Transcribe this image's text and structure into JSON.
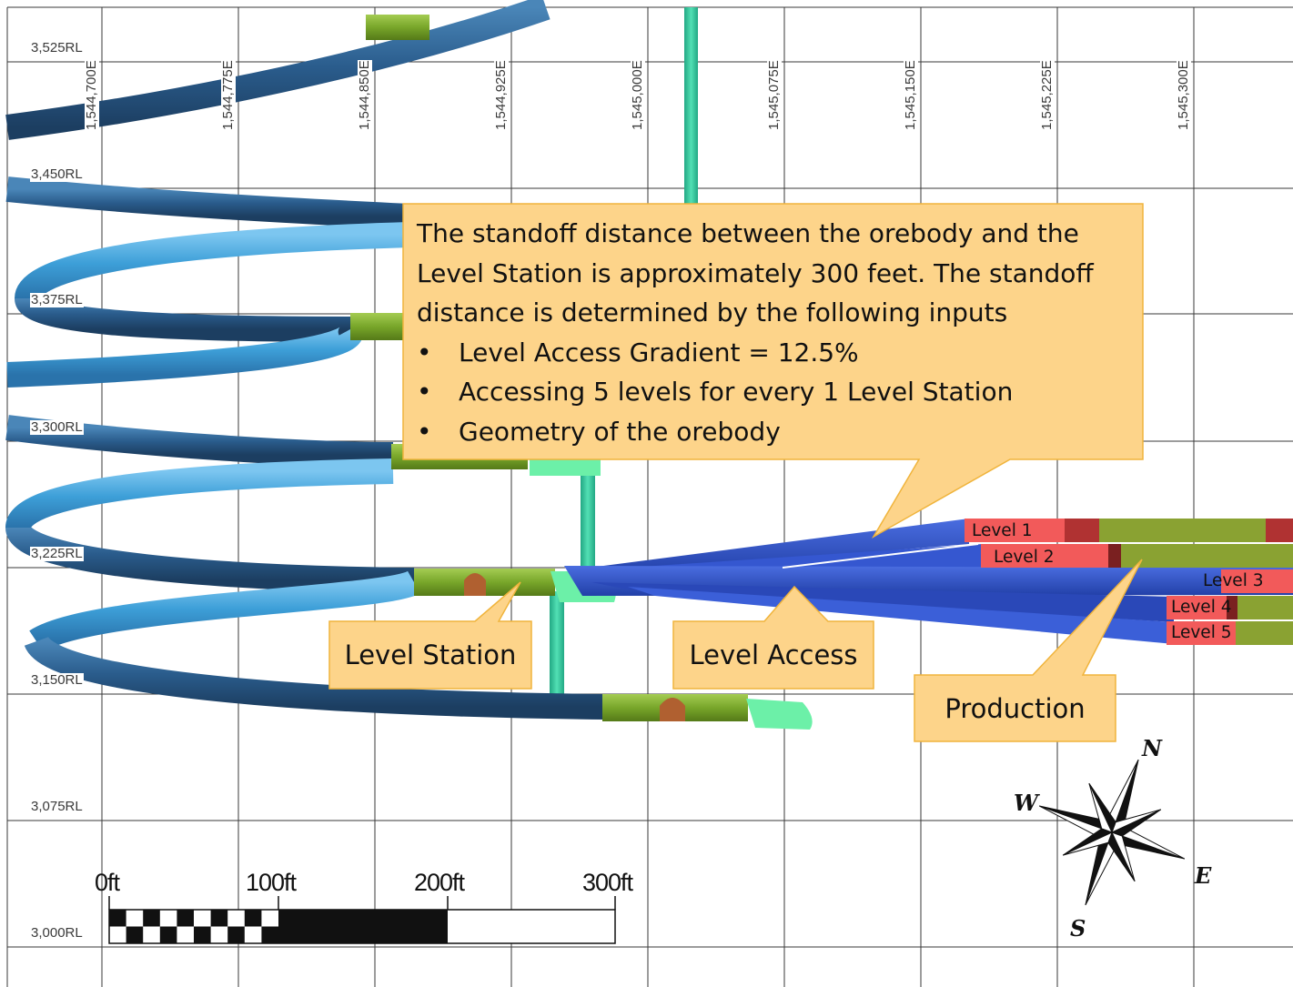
{
  "grid": {
    "easting_labels": [
      "1,544,700E",
      "1,544,775E",
      "1,544,850E",
      "1,544,925E",
      "1,545,000E",
      "1,545,075E",
      "1,545,150E",
      "1,545,225E",
      "1,545,300E"
    ],
    "rl_labels": [
      "3,525RL",
      "3,450RL",
      "3,375RL",
      "3,300RL",
      "3,225RL",
      "3,150RL",
      "3,075RL",
      "3,000RL"
    ]
  },
  "callouts": {
    "main": {
      "paragraph": "The standoff distance between the orebody and the Level Station is approximately 300 feet.  The standoff distance is determined by the following inputs",
      "bullets": [
        "Level Access Gradient = 12.5%",
        "Accessing 5 levels for every 1 Level Station",
        "Geometry of the orebody"
      ]
    },
    "level_station": "Level Station",
    "level_access": "Level Access",
    "production": "Production"
  },
  "levels": [
    "Level 1",
    "Level 2",
    "Level 3",
    "Level 4",
    "Level 5"
  ],
  "scale_bar": {
    "labels": [
      "0ft",
      "100ft",
      "200ft",
      "300ft"
    ]
  },
  "compass": {
    "north": "N",
    "east": "E",
    "south": "S",
    "west": "W"
  },
  "colors": {
    "callout_fill": "#FDD48A",
    "callout_border": "#F0B43C",
    "ramp_light": "#45A7E0",
    "ramp_dark": "#2A5C8C",
    "level_access_blue": "#2F52C8",
    "level_station_green": "#7AAA2A",
    "shaft_green": "#35C8A0",
    "stope_red": "#F25A5A",
    "stope_green": "#8AA232"
  }
}
